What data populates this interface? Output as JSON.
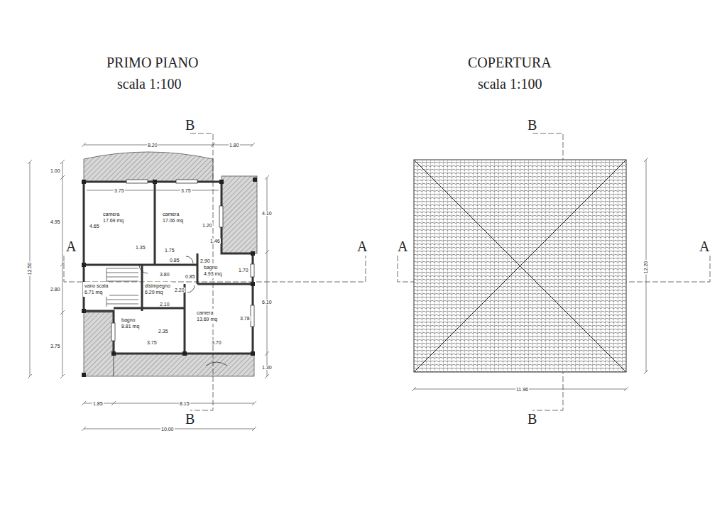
{
  "diagram": {
    "nodes": [
      {
        "text": [
          "camera",
          "17.69 mq"
        ]
      },
      {
        "text": [
          "camera",
          "17.06 mq"
        ]
      },
      {
        "text": [
          "bagno",
          "4.93 mq"
        ]
      },
      {
        "text": [
          "vano scala",
          "6.71 mq"
        ]
      },
      {
        "text": [
          "disimpegno",
          "6.29 mq"
        ]
      },
      {
        "text": [
          "bagno",
          "8.81 mq"
        ]
      },
      {
        "text": [
          "camera",
          "13.69 mq"
        ]
      }
    ],
    "labels": [
      "PRIMO PIANO",
      "scala 1:100",
      "COPERTURA",
      "scala 1:100",
      "B",
      "A",
      "A",
      "B",
      "B",
      "A",
      "A",
      "B",
      "8.20",
      "1.80",
      "1.00",
      "4.95",
      "12.50",
      "2.80",
      "3.75",
      "4.10",
      "6.10",
      "1.30",
      "3.75",
      "3.75",
      "4.65",
      "1.20",
      "1.46",
      "1.35",
      "1.75",
      "0.85",
      "3.80",
      "0.85",
      "2.90",
      "1.70",
      "2.20",
      "2.10",
      "3.78",
      "2.35",
      "3.75",
      "3.70",
      "1.85",
      "8.15",
      "10.00",
      "12.20",
      "11.96"
    ]
  }
}
